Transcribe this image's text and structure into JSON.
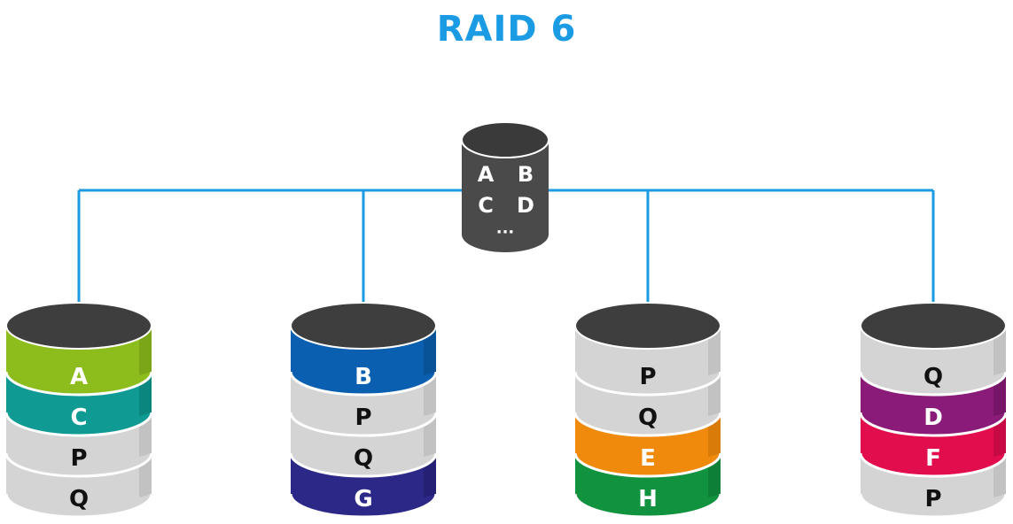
{
  "title": "RAID 6",
  "source": {
    "labels": [
      "A",
      "B",
      "C",
      "D"
    ],
    "more": "..."
  },
  "colors": {
    "link": "#1b9be3",
    "top": "#3e3e3e",
    "top_edge": "#2a2a2a",
    "gray": "#d4d4d4",
    "gray_dark": "#b3b3b3"
  },
  "disks": [
    {
      "blocks": [
        {
          "label": "A",
          "color": "#8dbd1c",
          "dark": "#6d9414"
        },
        {
          "label": "C",
          "color": "#0f9a93",
          "dark": "#0a7670"
        },
        {
          "label": "P",
          "color": "#d4d4d4",
          "dark": "#b3b3b3"
        },
        {
          "label": "Q",
          "color": "#d4d4d4",
          "dark": "#b3b3b3"
        }
      ]
    },
    {
      "blocks": [
        {
          "label": "B",
          "color": "#0a5fb0",
          "dark": "#074885"
        },
        {
          "label": "P",
          "color": "#d4d4d4",
          "dark": "#b3b3b3"
        },
        {
          "label": "Q",
          "color": "#d4d4d4",
          "dark": "#b3b3b3"
        },
        {
          "label": "G",
          "color": "#2c2888",
          "dark": "#1f1c66"
        }
      ]
    },
    {
      "blocks": [
        {
          "label": "P",
          "color": "#d4d4d4",
          "dark": "#b3b3b3"
        },
        {
          "label": "Q",
          "color": "#d4d4d4",
          "dark": "#b3b3b3"
        },
        {
          "label": "E",
          "color": "#f08a0c",
          "dark": "#c46f08"
        },
        {
          "label": "H",
          "color": "#11923f",
          "dark": "#0c6f30"
        }
      ]
    },
    {
      "blocks": [
        {
          "label": "Q",
          "color": "#d4d4d4",
          "dark": "#b3b3b3"
        },
        {
          "label": "D",
          "color": "#8a1b78",
          "dark": "#68135b"
        },
        {
          "label": "F",
          "color": "#e20d4d",
          "dark": "#b00a3c"
        },
        {
          "label": "P",
          "color": "#d4d4d4",
          "dark": "#b3b3b3"
        }
      ]
    }
  ]
}
